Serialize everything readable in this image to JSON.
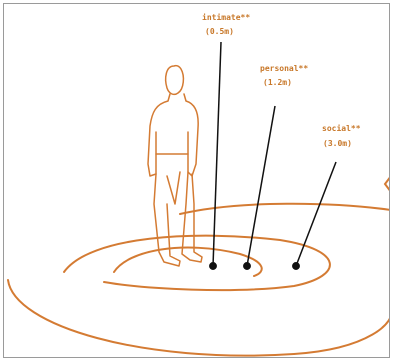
{
  "zones": [
    {
      "name": "intimate**",
      "distance": "(0.5m)"
    },
    {
      "name": "personal**",
      "distance": "(1.2m)"
    },
    {
      "name": "social**",
      "distance": "(3.0m)"
    }
  ],
  "colors": {
    "accent": "#d47b33",
    "ink": "#111111",
    "frame": "#9a9a9a"
  },
  "icons": {
    "figure": "standing-man-icon",
    "edge": "chevron-left-icon"
  }
}
